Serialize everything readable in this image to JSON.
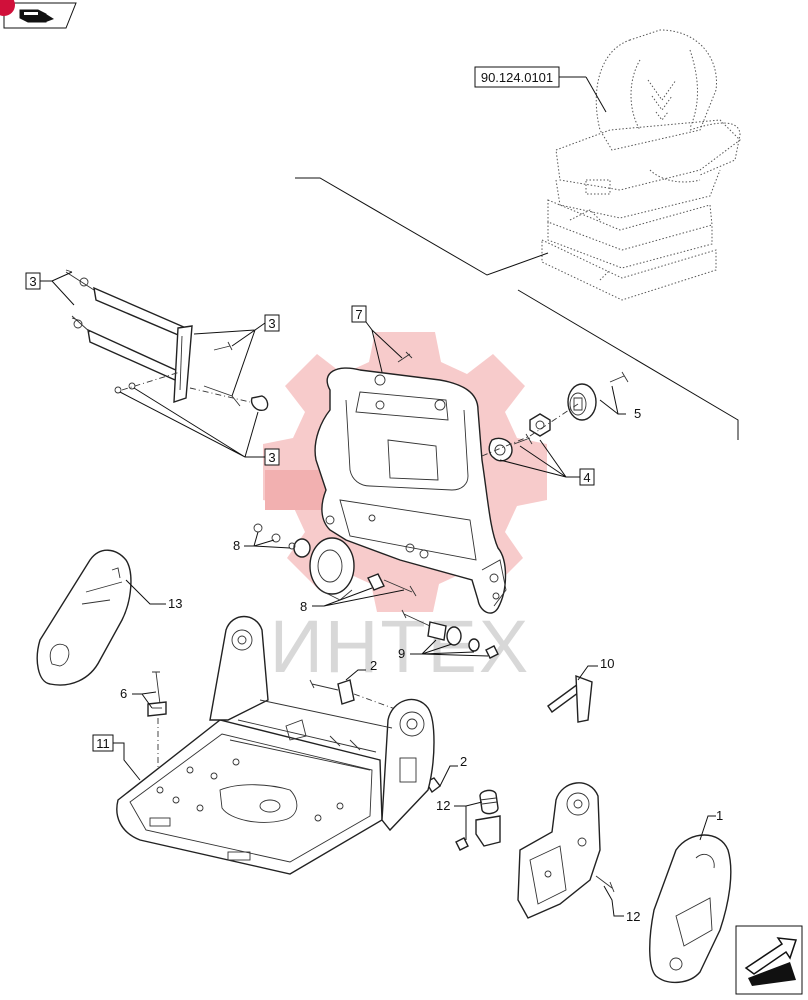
{
  "reference_code": "90.124.0101",
  "watermark_text": "ИНТЕХ",
  "colors": {
    "watermark": "#e85a5a",
    "badge": "#d0103a",
    "ink": "#111111"
  },
  "icons": [
    "book-icon",
    "next-page-arrow-icon"
  ],
  "callouts": {
    "c1": "1",
    "c2a": "2",
    "c2b": "2",
    "c3a": "3",
    "c3b": "3",
    "c3c": "3",
    "c4": "4",
    "c5": "5",
    "c6": "6",
    "c7": "7",
    "c8a": "8",
    "c8b": "8",
    "c9": "9",
    "c10": "10",
    "c11": "11",
    "c12a": "12",
    "c12b": "12",
    "c13": "13"
  }
}
